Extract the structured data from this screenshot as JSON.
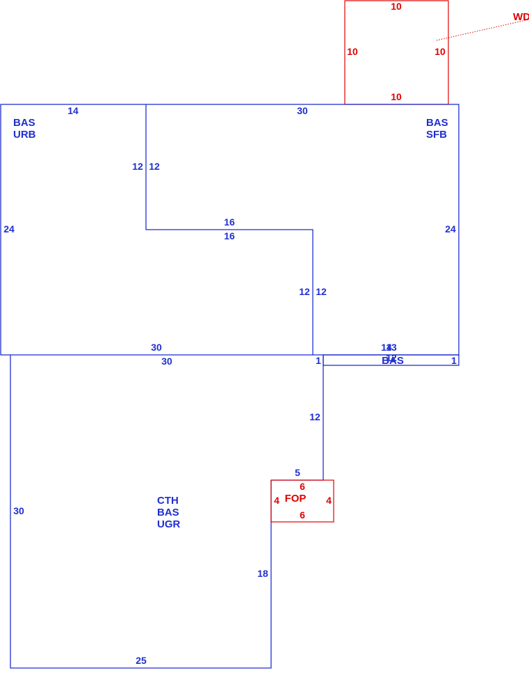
{
  "areas": {
    "bas_urb": {
      "line1": "BAS",
      "line2": "URB"
    },
    "bas_sfb": {
      "line1": "BAS",
      "line2": "SFB"
    },
    "cth_bas_ugr": {
      "line1": "CTH",
      "line2": "BAS",
      "line3": "UGR"
    },
    "small_bas": {
      "label": "BAS"
    },
    "fop": {
      "label": "FOP"
    },
    "wd": {
      "label": "WD"
    }
  },
  "dims": {
    "top_left": "14",
    "top_right": "30",
    "left_24": "24",
    "right_24": "24",
    "notch_12a": "12",
    "notch_12b": "12",
    "notch_16a": "16",
    "notch_16b": "16",
    "mid_12a": "12",
    "mid_12b": "12",
    "bottom_30a": "30",
    "bottom_30b": "30",
    "small_13": "13",
    "small_14": "14",
    "small_1a": "1",
    "small_1b": "1",
    "small_12": "12",
    "cth_12": "12",
    "cth_5": "5",
    "cth_30": "30",
    "cth_18": "18",
    "cth_25": "25",
    "fop_6a": "6",
    "fop_6b": "6",
    "fop_4a": "4",
    "fop_4b": "4",
    "wd_top": "10",
    "wd_bottom": "10",
    "wd_left": "10",
    "wd_right": "10"
  },
  "colors": {
    "structure": "#1f2fcf",
    "porch_deck": "#e00000"
  }
}
